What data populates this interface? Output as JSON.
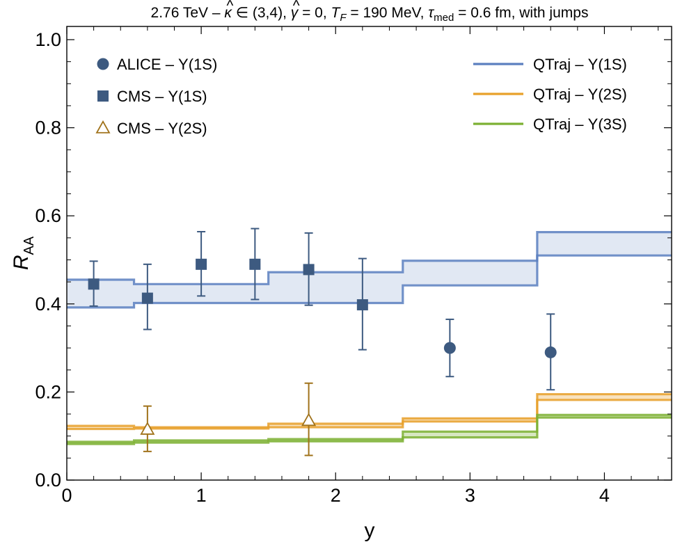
{
  "chart_data": {
    "type": "scatter",
    "title": {
      "t1": "2.76 TeV – ",
      "kappa": "κ",
      "hat": "^",
      "t2": " ∈ (3,4), ",
      "gamma": "γ",
      "t3": " = 0, ",
      "TF": "T",
      "TFsub": "F",
      "t4": " = 190 MeV, ",
      "tau": "τ",
      "tausub": "med",
      "t5": " = 0.6 fm, with jumps"
    },
    "xlabel": "y",
    "ylabel": "R",
    "ylabel_sub": "AA",
    "xlim": [
      0,
      4.5
    ],
    "ylim": [
      0,
      1.03
    ],
    "xticks": [
      "0",
      "1",
      "2",
      "3",
      "4"
    ],
    "yticks": [
      "0.0",
      "0.2",
      "0.4",
      "0.6",
      "0.8",
      "1.0"
    ],
    "colors": {
      "alice": "#3d5a80",
      "cms1s": "#3d5a80",
      "cms2s": "#a0721a",
      "band1s": "#5b7fbf",
      "band2s": "#e8a02a",
      "band3s": "#7cb033"
    },
    "legend_data": [
      {
        "label": "ALICE – Υ(1S)",
        "marker": "circle"
      },
      {
        "label": "CMS – Υ(1S)",
        "marker": "square"
      },
      {
        "label": "CMS – Υ(2S)",
        "marker": "open-triangle"
      }
    ],
    "legend_model": [
      {
        "label": "QTraj – Υ(1S)"
      },
      {
        "label": "QTraj – Υ(2S)"
      },
      {
        "label": "QTraj – Υ(3S)"
      }
    ],
    "data_series": [
      {
        "name": "ALICE – Υ(1S)",
        "points": [
          {
            "x": 2.85,
            "y": 0.3,
            "lo": 0.235,
            "hi": 0.365
          },
          {
            "x": 3.6,
            "y": 0.29,
            "lo": 0.205,
            "hi": 0.377
          }
        ]
      },
      {
        "name": "CMS – Υ(1S)",
        "points": [
          {
            "x": 0.2,
            "y": 0.445,
            "lo": 0.395,
            "hi": 0.497
          },
          {
            "x": 0.6,
            "y": 0.413,
            "lo": 0.342,
            "hi": 0.49
          },
          {
            "x": 1.0,
            "y": 0.49,
            "lo": 0.418,
            "hi": 0.564
          },
          {
            "x": 1.4,
            "y": 0.49,
            "lo": 0.41,
            "hi": 0.571
          },
          {
            "x": 1.8,
            "y": 0.478,
            "lo": 0.397,
            "hi": 0.561
          },
          {
            "x": 2.2,
            "y": 0.398,
            "lo": 0.296,
            "hi": 0.503
          }
        ]
      },
      {
        "name": "CMS – Υ(2S)",
        "points": [
          {
            "x": 0.6,
            "y": 0.115,
            "lo": 0.065,
            "hi": 0.168
          },
          {
            "x": 1.8,
            "y": 0.135,
            "lo": 0.056,
            "hi": 0.22
          }
        ]
      }
    ],
    "model_series": [
      {
        "name": "QTraj – Υ(1S)",
        "bins": [
          {
            "x0": 0,
            "x1": 0.5,
            "lo": 0.392,
            "hi": 0.455
          },
          {
            "x0": 0.5,
            "x1": 1.5,
            "lo": 0.402,
            "hi": 0.445
          },
          {
            "x0": 1.5,
            "x1": 2.5,
            "lo": 0.402,
            "hi": 0.472
          },
          {
            "x0": 2.5,
            "x1": 3.5,
            "lo": 0.442,
            "hi": 0.498
          },
          {
            "x0": 3.5,
            "x1": 4.5,
            "lo": 0.51,
            "hi": 0.563
          }
        ]
      },
      {
        "name": "QTraj – Υ(2S)",
        "bins": [
          {
            "x0": 0,
            "x1": 0.5,
            "lo": 0.116,
            "hi": 0.123
          },
          {
            "x0": 0.5,
            "x1": 1.5,
            "lo": 0.117,
            "hi": 0.12
          },
          {
            "x0": 1.5,
            "x1": 2.5,
            "lo": 0.12,
            "hi": 0.128
          },
          {
            "x0": 2.5,
            "x1": 3.5,
            "lo": 0.133,
            "hi": 0.14
          },
          {
            "x0": 3.5,
            "x1": 4.5,
            "lo": 0.182,
            "hi": 0.195
          }
        ]
      },
      {
        "name": "QTraj – Υ(3S)",
        "bins": [
          {
            "x0": 0,
            "x1": 0.5,
            "lo": 0.082,
            "hi": 0.087
          },
          {
            "x0": 0.5,
            "x1": 1.5,
            "lo": 0.085,
            "hi": 0.09
          },
          {
            "x0": 1.5,
            "x1": 2.5,
            "lo": 0.088,
            "hi": 0.093
          },
          {
            "x0": 2.5,
            "x1": 3.5,
            "lo": 0.097,
            "hi": 0.11
          },
          {
            "x0": 3.5,
            "x1": 4.5,
            "lo": 0.142,
            "hi": 0.148
          }
        ]
      }
    ]
  }
}
